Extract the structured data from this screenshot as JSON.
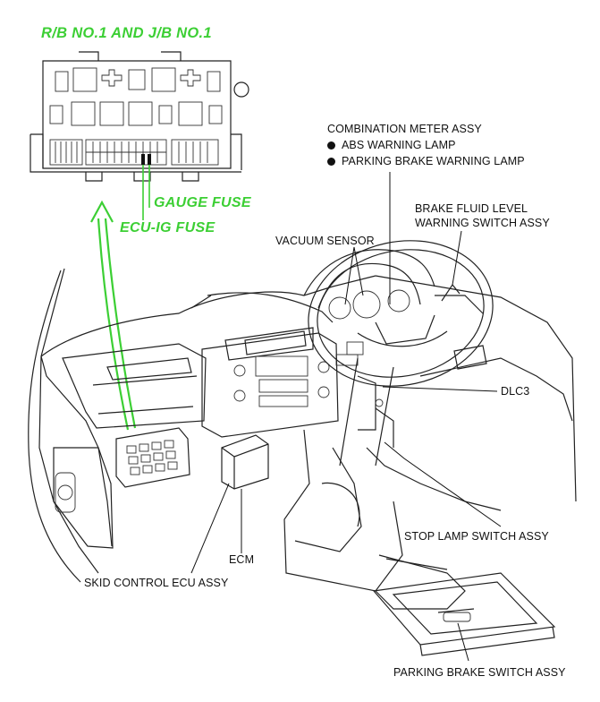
{
  "relay_block_title": "R/B NO.1 AND J/B NO.1",
  "fuses": {
    "gauge": "GAUGE FUSE",
    "ecu_ig": "ECU-IG FUSE"
  },
  "components": {
    "combination_meter": "COMBINATION METER ASSY",
    "abs_lamp": "ABS WARNING LAMP",
    "parking_brake_lamp": "PARKING BRAKE WARNING LAMP",
    "brake_fluid_line1": "BRAKE FLUID LEVEL",
    "brake_fluid_line2": "WARNING SWITCH ASSY",
    "vacuum_sensor": "VACUUM SENSOR",
    "dlc3": "DLC3",
    "stop_lamp_switch": "STOP LAMP SWITCH ASSY",
    "ecm": "ECM",
    "skid_control_ecu": "SKID CONTROL ECU ASSY",
    "parking_brake_switch": "PARKING BRAKE SWITCH ASSY"
  },
  "colors": {
    "highlight": "#3ccf34",
    "line": "#222222"
  }
}
